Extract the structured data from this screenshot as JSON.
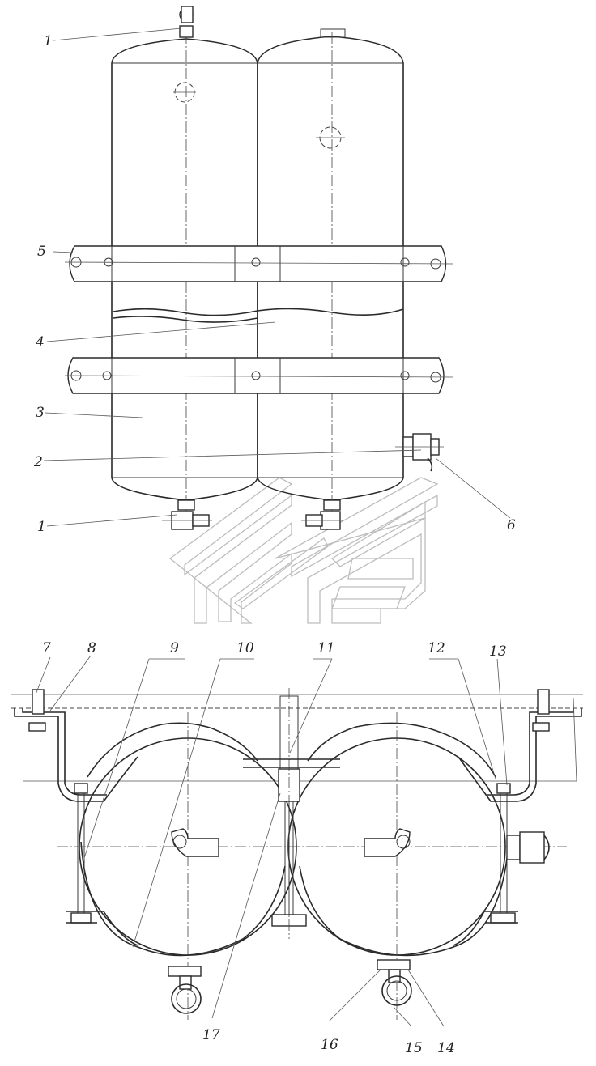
{
  "callouts": {
    "c1_top": "1",
    "c5": "5",
    "c4": "4",
    "c3": "3",
    "c2": "2",
    "c1_bottom": "1",
    "c6": "6",
    "c7": "7",
    "c8": "8",
    "c9": "9",
    "c10": "10",
    "c11": "11",
    "c12": "12",
    "c13": "13",
    "c14": "14",
    "c15": "15",
    "c16": "16",
    "c17": "17"
  }
}
